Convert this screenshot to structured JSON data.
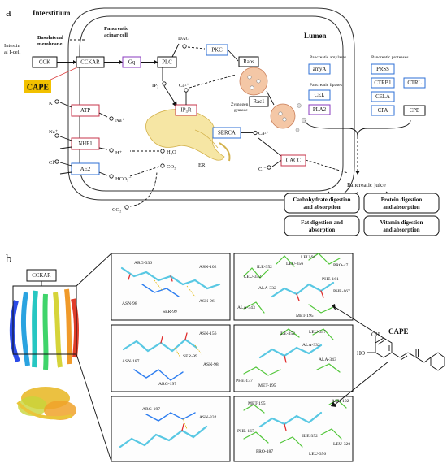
{
  "panel_a": {
    "letter": "a",
    "interstitium": "Interstitium",
    "lumen": "Lumen",
    "intestinal_cell": [
      "Intestin",
      "al I-cell"
    ],
    "basolateral": [
      "Basolateral",
      "membrane"
    ],
    "acinar": [
      "Pancreatic",
      "acinar cell"
    ],
    "zymogen": [
      "Zymogen",
      "granule"
    ],
    "er": "ER",
    "cape": "CAPE",
    "boxes": {
      "cck": "CCK",
      "cckar": "CCKAR",
      "gq": "Gq",
      "plc": "PLC",
      "pkc": "PKC",
      "rabs": "Rabs",
      "rac1": "Rac1",
      "ip3r": "IP₃R",
      "atp": "ATP",
      "nhe1": "NHE1",
      "ae2": "AE2",
      "serca": "SERCA",
      "cacc": "CACC"
    },
    "labels": {
      "dag": "DAG",
      "ip3": "IP₃",
      "ca": "Ca²⁺",
      "k": "K⁺",
      "na": "Na⁺",
      "h": "H⁺",
      "cl": "Cl⁻",
      "hco3": "HCO₃⁻",
      "h2o": "H₂O",
      "co2": "CO₂",
      "plus": "+"
    },
    "amylases": {
      "title": "Pancreatic amylases",
      "items": [
        "amyA"
      ]
    },
    "lipases": {
      "title": "Pancreatic lipases",
      "items": [
        "CEL",
        "PLA2"
      ]
    },
    "proteases": {
      "title": "Pancreatic proteases",
      "items": [
        "PRSS",
        "CTRB1",
        "CTRL",
        "CELA",
        "CPA",
        "CPB"
      ]
    },
    "juice_title": "Pancreatic juice",
    "juice_boxes": [
      [
        "Carbohydrate digestion",
        "and absorption"
      ],
      [
        "Protein digestion",
        "and absorption"
      ],
      [
        "Fat digestion and",
        "absorption"
      ],
      [
        "Vitamin digestion",
        "and absorption"
      ]
    ]
  },
  "panel_b": {
    "letter": "b",
    "cckar_label": "CCKAR",
    "cape_label": "CAPE",
    "oh1": "OH",
    "oh2": "HO",
    "residues": {
      "p1": [
        "ARG-336",
        "ASN-98",
        "SER-99",
        "ASN-102",
        "ASN-96"
      ],
      "p2": [
        "LEU-91",
        "LEU-356",
        "PRO-47",
        "ILE-352",
        "LEU-352",
        "ALA-332",
        "PHE-161",
        "MET-195",
        "ALA-343",
        "PHE-167"
      ],
      "p3": [
        "ASN-156",
        "ASN-187",
        "SER-99",
        "ASN-98",
        "ARG-197"
      ],
      "p4": [
        "ILE-352",
        "LEU-347",
        "ALA-332",
        "PHE-137",
        "MET-195",
        "ALA-343"
      ],
      "p5": [
        "ARG-197",
        "ASN-332"
      ],
      "p6": [
        "MET-195",
        "ASN-102",
        "PHE-167",
        "ILE-352",
        "PRO-187",
        "LEU-356",
        "LEU-320"
      ]
    }
  }
}
